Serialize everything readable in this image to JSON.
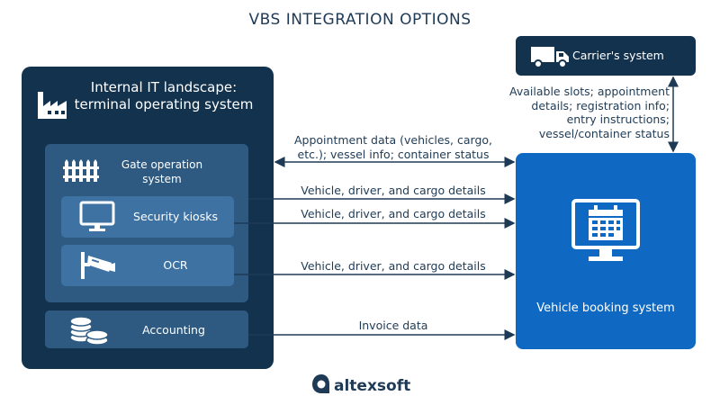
{
  "title": "VBS INTEGRATION OPTIONS",
  "internal": {
    "title": "Internal IT landscape: terminal operating system",
    "gate": "Gate operation system",
    "kiosks": "Security kiosks",
    "ocr": "OCR",
    "accounting": "Accounting"
  },
  "carrier": {
    "label": "Carrier's system",
    "note": "Available slots; appointment details; registration info; entry instructions; vessel/container status"
  },
  "vbs": {
    "label": "Vehicle booking system"
  },
  "flows": {
    "appointment": "Appointment data (vehicles, cargo, etc.); vessel info; container status",
    "gate_details": "Vehicle, driver, and cargo details",
    "kiosk_details": "Vehicle, driver, and cargo details",
    "ocr_details": "Vehicle, driver, and cargo details",
    "invoice": "Invoice data"
  },
  "brand": {
    "name": "altexsoft"
  },
  "colors": {
    "dark_navy": "#13324e",
    "mid_blue": "#2e5a82",
    "light_blue": "#3d72a3",
    "vbs_blue": "#0f69c2",
    "line": "#1e3a56"
  },
  "icons": [
    "factory-icon",
    "fence-icon",
    "monitor-icon",
    "camera-icon",
    "coins-icon",
    "truck-icon",
    "calendar-screen-icon",
    "altexsoft-logo-icon"
  ]
}
